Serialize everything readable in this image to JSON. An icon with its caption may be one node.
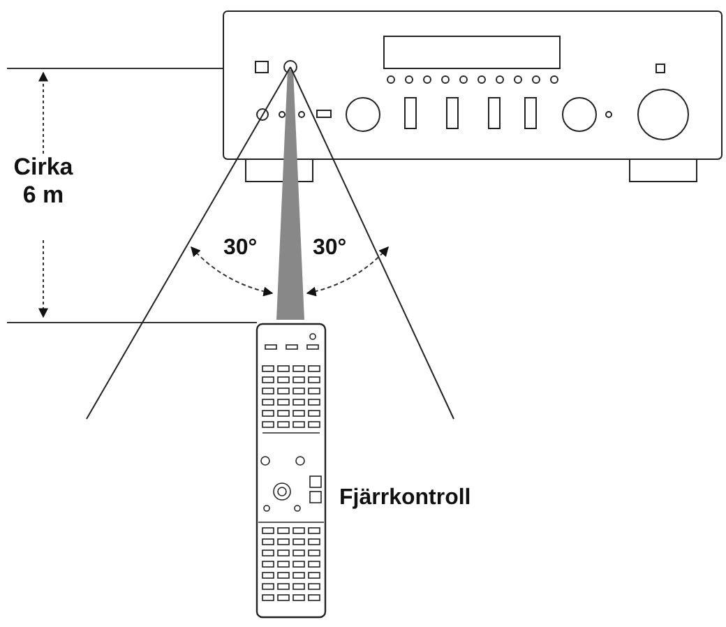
{
  "diagram": {
    "labels": [
      "Cirka 6 m",
      "30°",
      "30°",
      "Fjärrkontroll"
    ]
  }
}
